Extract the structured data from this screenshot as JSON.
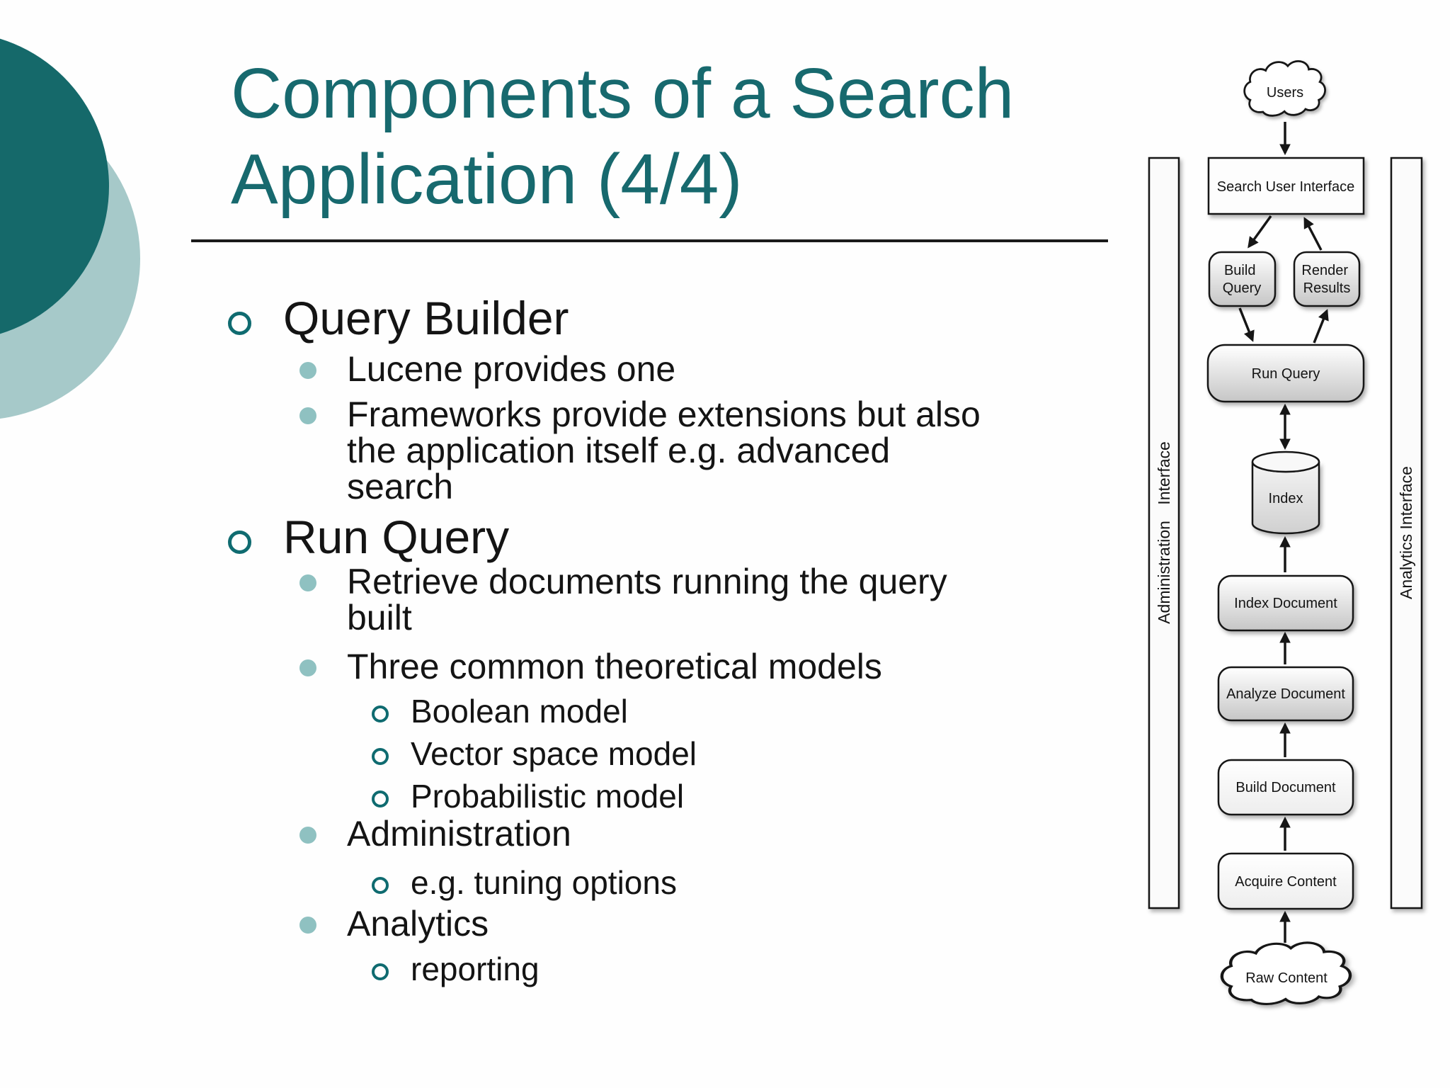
{
  "slide": {
    "title_lines": [
      "Components of a Search",
      "Application (4/4)"
    ],
    "title_color": "#17696e",
    "accent_dark_circle": "#15696a",
    "accent_light_circle": "#a6c9c9",
    "bullet_ring_color": "#0f6b70",
    "bullet_dot_color": "#8fc1c1"
  },
  "bullets": [
    {
      "level": 1,
      "lines": [
        "Query Builder"
      ]
    },
    {
      "level": 2,
      "lines": [
        "Lucene provides one"
      ]
    },
    {
      "level": 2,
      "lines": [
        "Frameworks provide extensions but also",
        "the application itself e.g. advanced",
        "search"
      ]
    },
    {
      "level": 1,
      "lines": [
        "Run Query"
      ]
    },
    {
      "level": 2,
      "lines": [
        "Retrieve documents running the query",
        "built"
      ]
    },
    {
      "level": 2,
      "lines": [
        "Three common theoretical models"
      ]
    },
    {
      "level": 3,
      "lines": [
        "Boolean model"
      ]
    },
    {
      "level": 3,
      "lines": [
        "Vector space model"
      ]
    },
    {
      "level": 3,
      "lines": [
        "Probabilistic model"
      ]
    },
    {
      "level": 2,
      "lines": [
        "Administration"
      ]
    },
    {
      "level": 3,
      "lines": [
        "e.g. tuning options"
      ]
    },
    {
      "level": 2,
      "lines": [
        "Analytics"
      ]
    },
    {
      "level": 3,
      "lines": [
        "reporting"
      ]
    }
  ],
  "diagram": {
    "users": "Users",
    "search_user_interface": "Search User Interface",
    "build_query": [
      "Build",
      "Query"
    ],
    "render_results": [
      "Render",
      "Results"
    ],
    "run_query": "Run Query",
    "index": "Index",
    "index_document": "Index Document",
    "analyze_document": "Analyze Document",
    "build_document": "Build Document",
    "acquire_content": "Acquire Content",
    "raw_content": "Raw Content",
    "admin_bar_label": "Administration Interface",
    "analytics_bar_label": "Analytics Interface"
  }
}
